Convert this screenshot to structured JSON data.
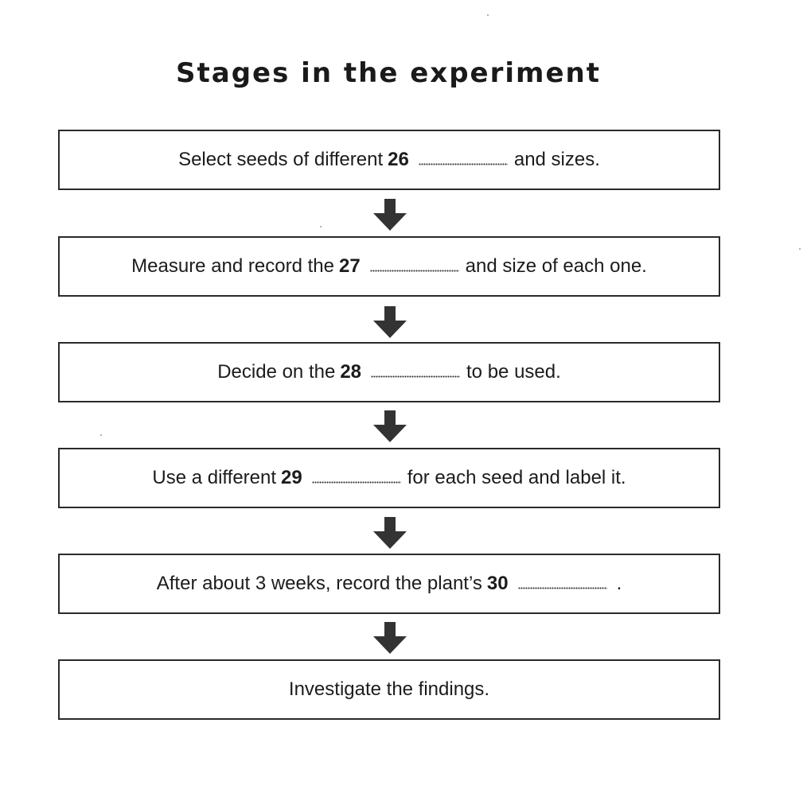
{
  "title": "Stages in the experiment",
  "steps": [
    {
      "before": "Select seeds of different",
      "number": "26",
      "after": "and sizes."
    },
    {
      "before": "Measure and record the",
      "number": "27",
      "after": "and size of each one."
    },
    {
      "before": "Decide on the",
      "number": "28",
      "after": "to be used."
    },
    {
      "before": "Use a different",
      "number": "29",
      "after": "for each seed and label it."
    },
    {
      "before": "After about 3 weeks, record the plant’s",
      "number": "30",
      "after": "."
    },
    {
      "before": "Investigate the findings."
    }
  ],
  "colors": {
    "text": "#1c1c1c",
    "border": "#2a2a2a",
    "arrow": "#333333"
  },
  "icons": {
    "connector": "down-arrow-icon"
  }
}
